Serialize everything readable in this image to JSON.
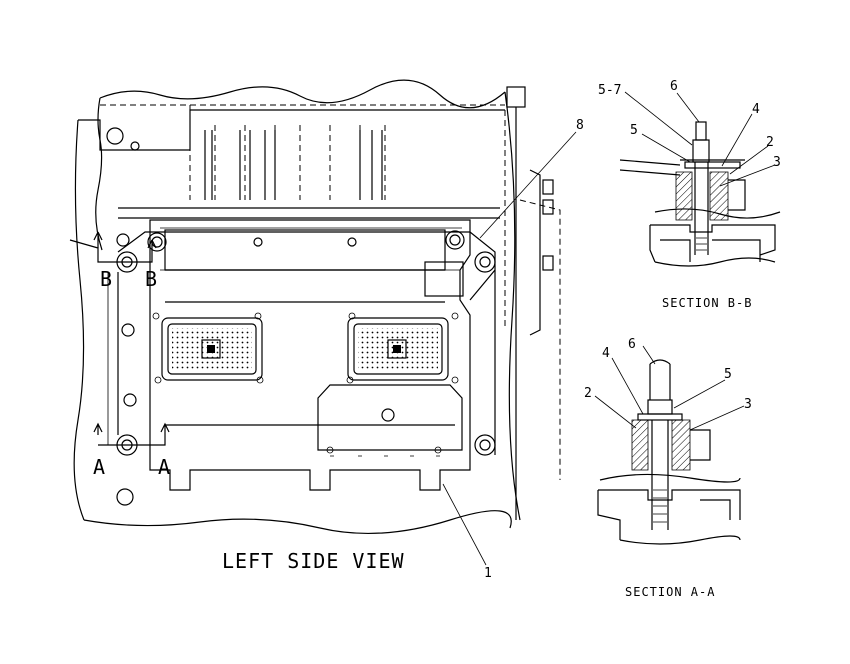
{
  "views": {
    "main_title": "LEFT SIDE VIEW",
    "section_bb_title": "SECTION B-B",
    "section_aa_title": "SECTION A-A"
  },
  "section_markers": {
    "b_left": "B",
    "b_right": "B",
    "a_left": "A",
    "a_right": "A"
  },
  "callouts": {
    "main_1": "1",
    "main_8": "8",
    "bb_5_7": "5-7",
    "bb_6": "6",
    "bb_4": "4",
    "bb_5": "5",
    "bb_2": "2",
    "bb_3": "3",
    "aa_6": "6",
    "aa_4": "4",
    "aa_5": "5",
    "aa_2": "2",
    "aa_3": "3"
  }
}
